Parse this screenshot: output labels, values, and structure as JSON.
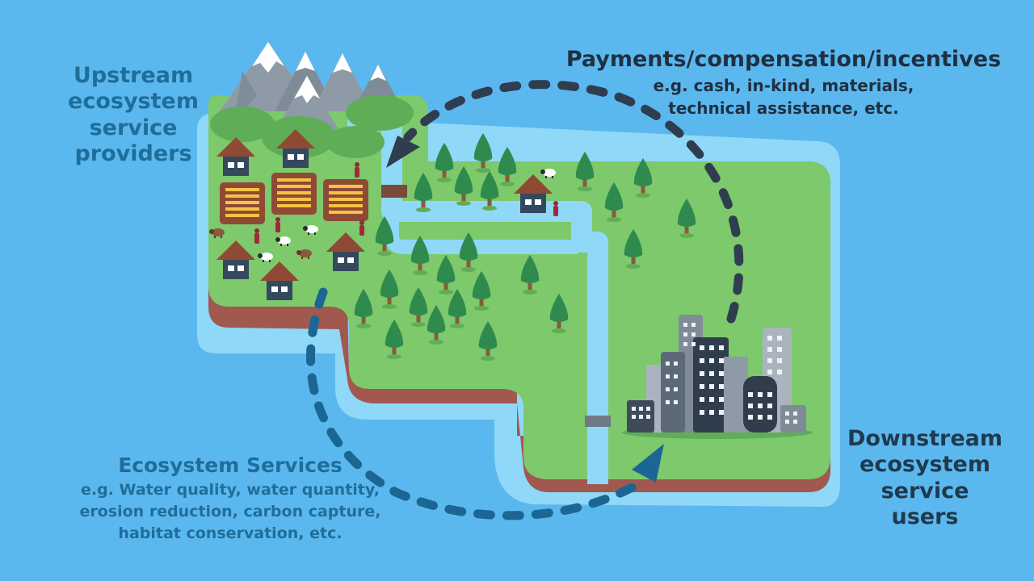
{
  "upstream_label": {
    "lines": [
      "Upstream",
      "ecosystem",
      "service",
      "providers"
    ]
  },
  "payments_label": {
    "title": "Payments/compensation/incentives",
    "lines": [
      "e.g. cash, in-kind, materials,",
      "technical assistance, etc."
    ]
  },
  "ecosystem_services_label": {
    "title": "Ecosystem Services",
    "lines": [
      "e.g. Water quality, water quantity,",
      "erosion reduction, carbon capture,",
      "habitat conservation, etc."
    ]
  },
  "downstream_label": {
    "lines": [
      "Downstream",
      "ecosystem",
      "service",
      "users"
    ]
  },
  "colors": {
    "sea": "#5bb8ef",
    "water": "#8fd8f7",
    "grass": "#7dc96b",
    "soil": "#a0584f",
    "arrow_payments": "#2e3e50",
    "arrow_services": "#1c6694"
  }
}
